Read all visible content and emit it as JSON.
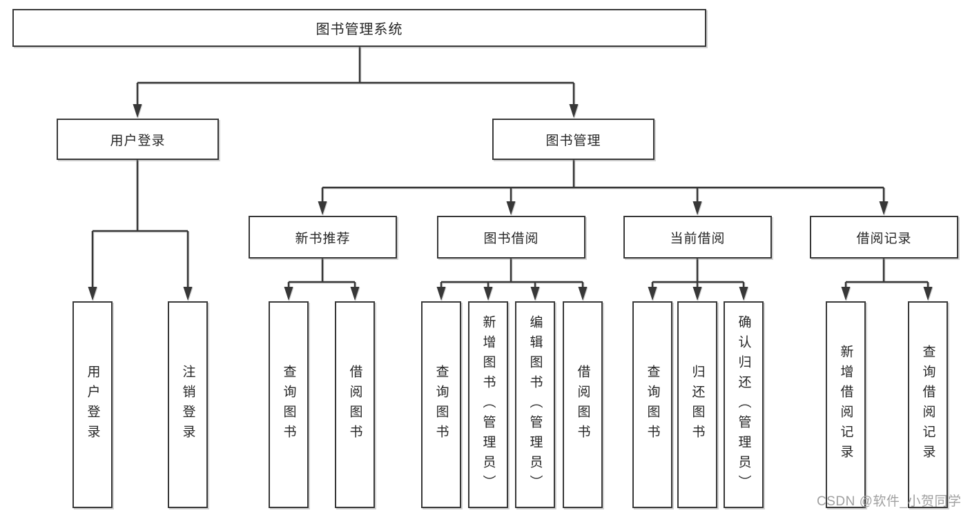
{
  "tree": {
    "label": "图书管理系统",
    "children": [
      {
        "label": "用户登录",
        "children": [
          {
            "label": "用户登录"
          },
          {
            "label": "注销登录"
          }
        ]
      },
      {
        "label": "图书管理",
        "children": [
          {
            "label": "新书推荐",
            "children": [
              {
                "label": "查询图书"
              },
              {
                "label": "借阅图书"
              }
            ]
          },
          {
            "label": "图书借阅",
            "children": [
              {
                "label": "查询图书"
              },
              {
                "label": "新增图书（管理员）"
              },
              {
                "label": "编辑图书（管理员）"
              },
              {
                "label": "借阅图书"
              }
            ]
          },
          {
            "label": "当前借阅",
            "children": [
              {
                "label": "查询图书"
              },
              {
                "label": "归还图书"
              },
              {
                "label": "确认归还（管理员）"
              }
            ]
          },
          {
            "label": "借阅记录",
            "children": [
              {
                "label": "新增借阅记录"
              },
              {
                "label": "查询借阅记录"
              }
            ]
          }
        ]
      }
    ]
  },
  "watermark": "CSDN @软件_小贺同学",
  "colors": {
    "line": "#373737",
    "box_border": "#373737",
    "text": "#262626",
    "watermark": "#a0a0a0",
    "background": "#ffffff"
  }
}
